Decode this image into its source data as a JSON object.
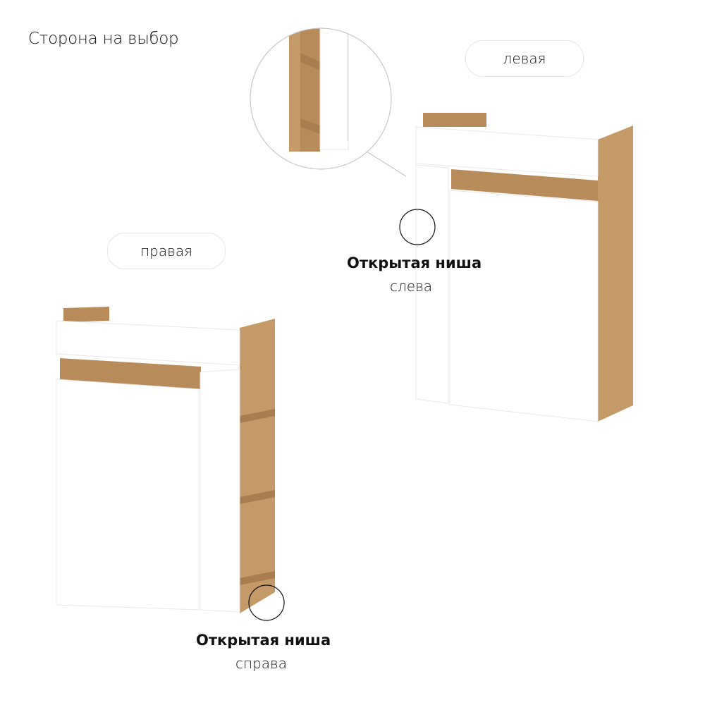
{
  "title": "Сторона на выбор",
  "variants": [
    {
      "side_label": "левая",
      "feature_title": "Открытая ниша",
      "feature_subtitle": "слева"
    },
    {
      "side_label": "правая",
      "feature_title": "Открытая ниша",
      "feature_subtitle": "справа"
    }
  ],
  "colors": {
    "wood": "#c49a68",
    "wood_dark": "#a87d4f",
    "white_panel": "#ffffff",
    "outline": "#d9d9d9"
  }
}
